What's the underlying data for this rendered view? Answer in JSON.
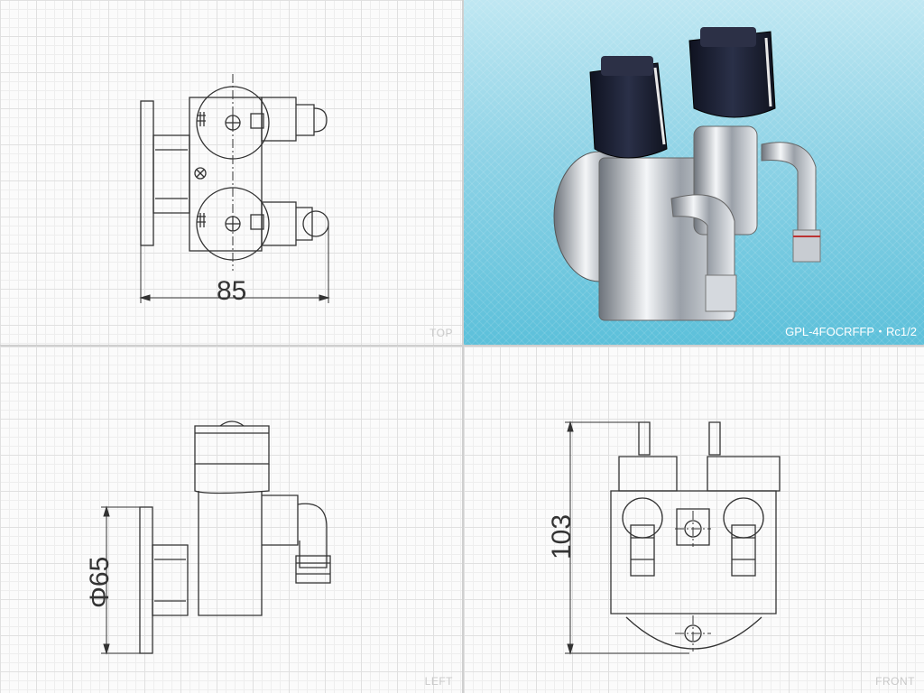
{
  "views": {
    "top": {
      "label": "TOP",
      "dimension": "85"
    },
    "left": {
      "label": "LEFT",
      "dimension": "Φ65"
    },
    "front": {
      "label": "FRONT",
      "dimension": "103"
    },
    "photo": {
      "caption": "GPL-4FOCRFFP・Rc1/2"
    }
  },
  "colors": {
    "line": "#333333",
    "knob": "#1e2235",
    "chrome": "#c8ccd2",
    "photo_bg": "#8fd3e6"
  }
}
